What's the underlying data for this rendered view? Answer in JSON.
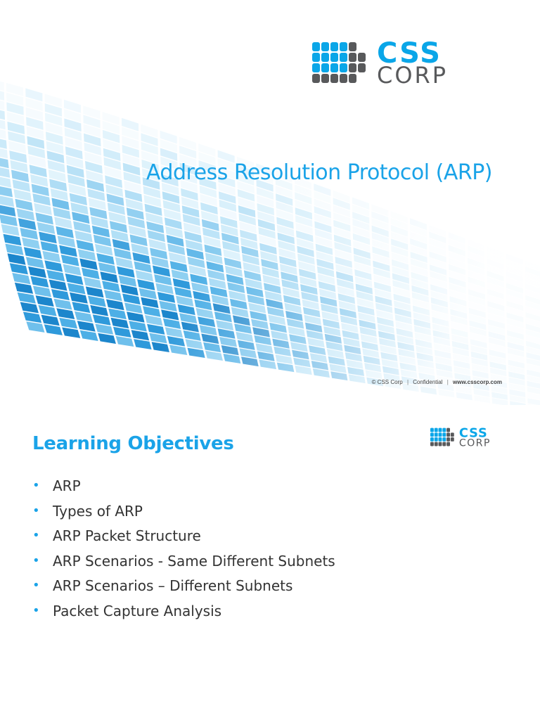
{
  "slide1": {
    "logo": {
      "line1": "CSS",
      "line2": "CORP",
      "icon": "css-corp-grid-logo"
    },
    "title": "Address Resolution Protocol (ARP)",
    "footer": {
      "copyright": "© CSS Corp",
      "separator": "|",
      "confidential": "Confidential",
      "url": "www.csscorp.com"
    }
  },
  "slide2": {
    "title": "Learning Objectives",
    "logo": {
      "line1": "CSS",
      "line2": "CORP",
      "icon": "css-corp-grid-logo"
    },
    "bullet_glyph": "•",
    "bullets": [
      "ARP",
      "Types of ARP",
      "ARP Packet Structure",
      "ARP Scenarios  - Same Different Subnets",
      "ARP Scenarios  – Different Subnets",
      "Packet Capture Analysis"
    ]
  },
  "colors": {
    "accent": "#1aa3e8",
    "logo_blue": "#0aa6e8",
    "logo_gray": "#58595b",
    "body_text": "#333333"
  }
}
